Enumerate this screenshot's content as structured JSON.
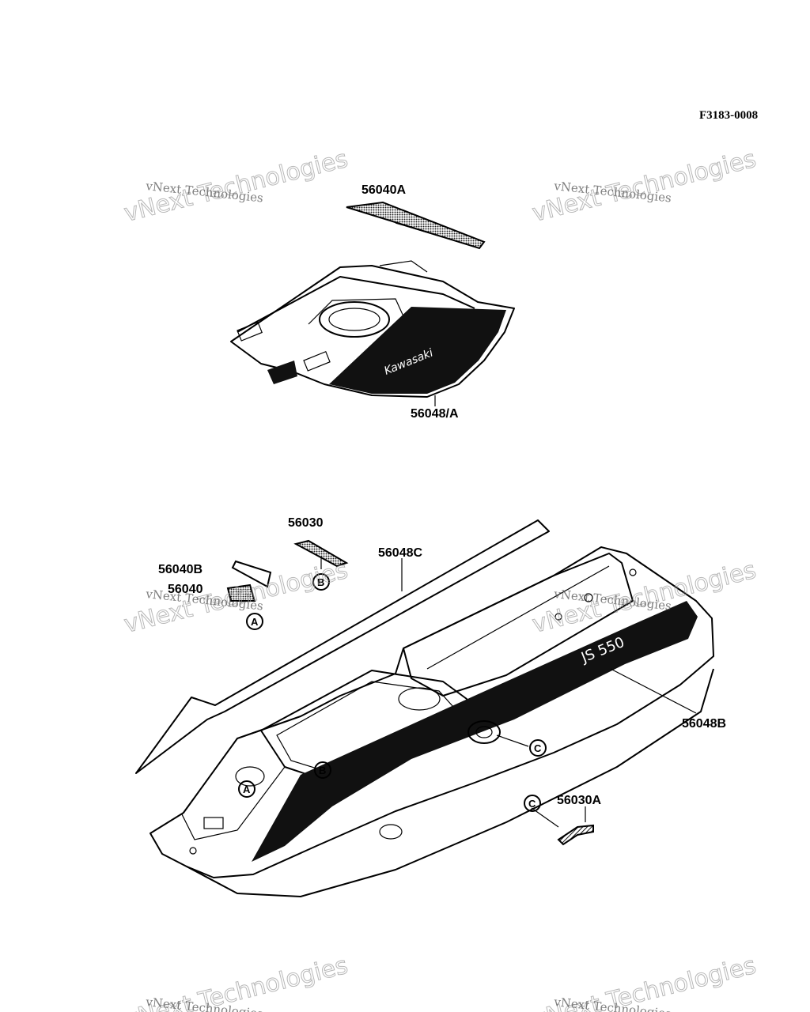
{
  "diagram_code": "F3183-0008",
  "watermarks": [
    {
      "line1": "vNext Technologies",
      "line2": "vNext Technologies"
    }
  ],
  "parts": {
    "p56040A": "56040A",
    "p56048A": "56048/A",
    "p56030": "56030",
    "p56048C": "56048C",
    "p56040B": "56040B",
    "p56040": "56040",
    "p56048B": "56048B",
    "p56030A": "56030A"
  },
  "refs": {
    "A": "A",
    "B": "B",
    "C": "C"
  },
  "decals": {
    "brand": "Kawasaki",
    "model": "JS 550"
  },
  "colors": {
    "ink": "#000000",
    "hatch": "#111111",
    "paper": "#ffffff"
  }
}
